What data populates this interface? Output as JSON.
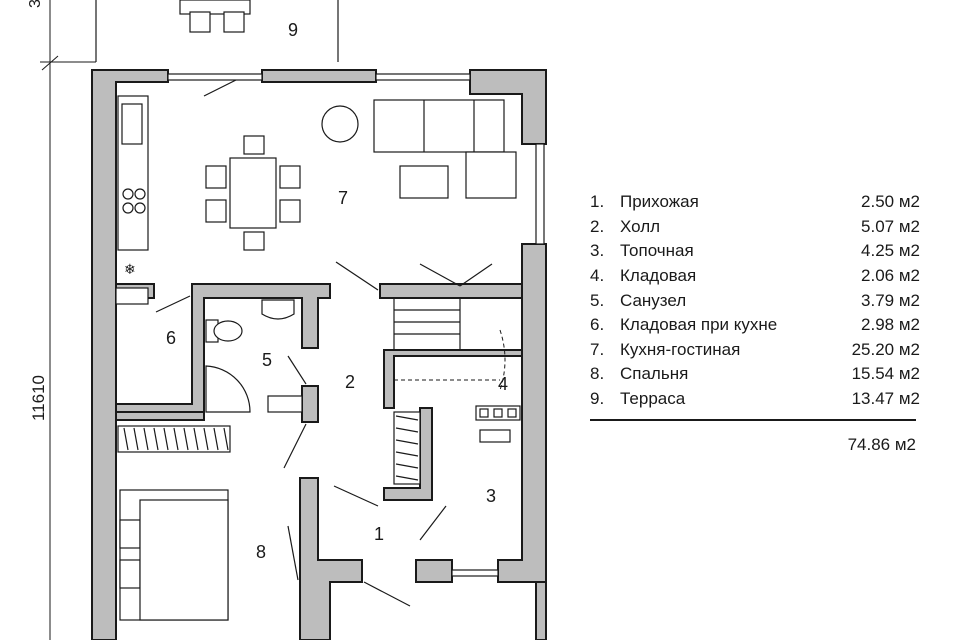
{
  "dimensions": {
    "height_label": "11610",
    "top_label": "3"
  },
  "rooms": [
    {
      "num": "1"
    },
    {
      "num": "2"
    },
    {
      "num": "3"
    },
    {
      "num": "4"
    },
    {
      "num": "5"
    },
    {
      "num": "6"
    },
    {
      "num": "7"
    },
    {
      "num": "8"
    },
    {
      "num": "9"
    }
  ],
  "legend": {
    "items": [
      {
        "idx": "1.",
        "name": "Прихожая",
        "area": "2.50 м2"
      },
      {
        "idx": "2.",
        "name": "Холл",
        "area": "5.07 м2"
      },
      {
        "idx": "3.",
        "name": "Топочная",
        "area": "4.25 м2"
      },
      {
        "idx": "4.",
        "name": "Кладовая",
        "area": "2.06 м2"
      },
      {
        "idx": "5.",
        "name": "Санузел",
        "area": "3.79 м2"
      },
      {
        "idx": "6.",
        "name": "Кладовая при кухне",
        "area": "2.98 м2"
      },
      {
        "idx": "7.",
        "name": "Кухня-гостиная",
        "area": "25.20 м2"
      },
      {
        "idx": "8.",
        "name": "Спальня",
        "area": "15.54 м2"
      },
      {
        "idx": "9.",
        "name": "Терраса",
        "area": "13.47 м2"
      }
    ],
    "total": "74.86 м2"
  }
}
